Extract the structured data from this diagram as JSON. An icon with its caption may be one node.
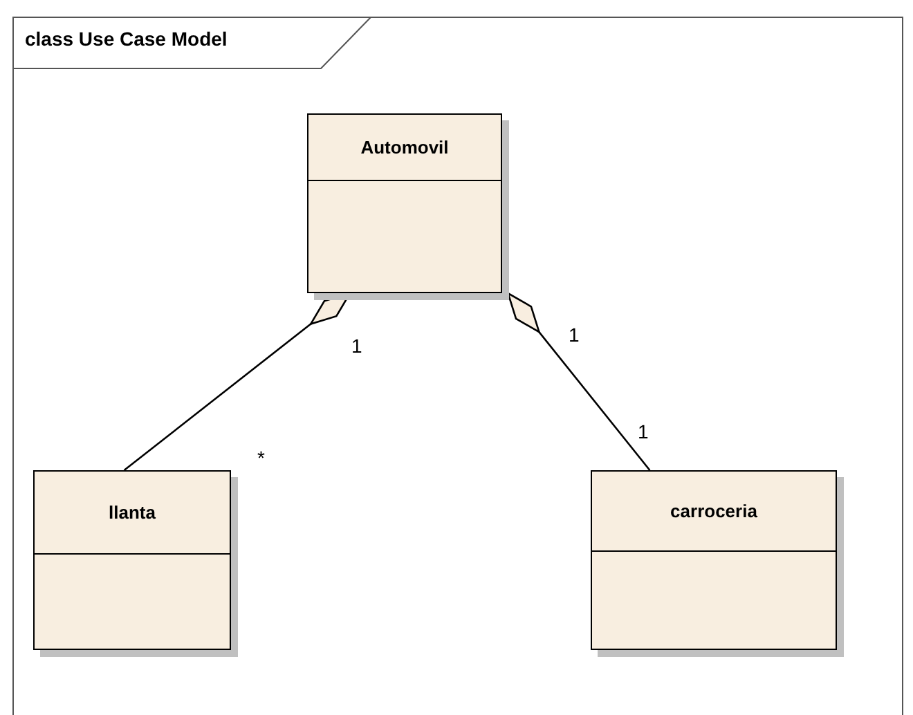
{
  "diagram": {
    "title": "class Use Case Model",
    "nodes": [
      {
        "text": [
          "Automovil"
        ]
      },
      {
        "text": [
          "llanta"
        ]
      },
      {
        "text": [
          "carroceria"
        ]
      }
    ],
    "edges": [
      {
        "from": 0,
        "to": 1,
        "arrow": "other"
      },
      {
        "from": 0,
        "to": 2,
        "arrow": "other"
      }
    ],
    "labels": [
      "1",
      "1",
      "1",
      "*"
    ]
  }
}
